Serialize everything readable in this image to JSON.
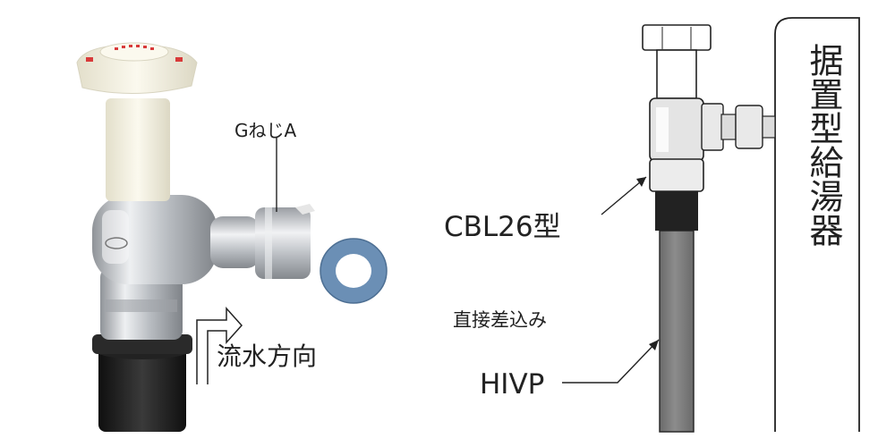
{
  "labels": {
    "thread": "GねじA",
    "flow_direction": "流水方向",
    "model": "CBL26型",
    "direct_insert": "直接差込み",
    "pipe": "HIVP",
    "water_heater": "据置型給湯器"
  },
  "colors": {
    "handle": "#f3efdc",
    "handle_marks": "#d83a3a",
    "chrome": "#c8cbcf",
    "gasket": "#6b8fb5",
    "rubber": "#1e1e1e",
    "pipe_diagram": "#7a7a7a",
    "line": "#222222"
  }
}
